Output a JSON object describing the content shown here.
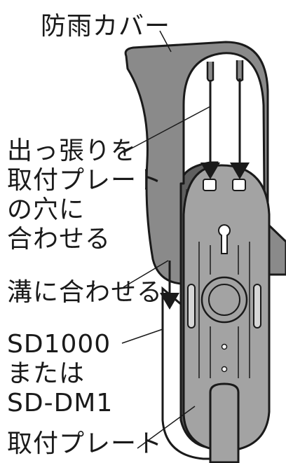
{
  "labels": {
    "rain_cover": "防雨カバー",
    "protrusion_line1": "出っ張りを",
    "protrusion_line2": "取付プレート",
    "protrusion_line3": "の穴に",
    "protrusion_line4": "合わせる",
    "groove": "溝に合わせる",
    "model_line1": "SD1000",
    "model_line2": "または",
    "model_line3": "SD-DM1",
    "mounting_plate": "取付プレート"
  },
  "colors": {
    "cover": "#8a8a8a",
    "plate": "#a3a3a3",
    "device_edge": "#5f5f5f",
    "outline": "#1a1a1a",
    "arrow": "#1a1a1a"
  }
}
